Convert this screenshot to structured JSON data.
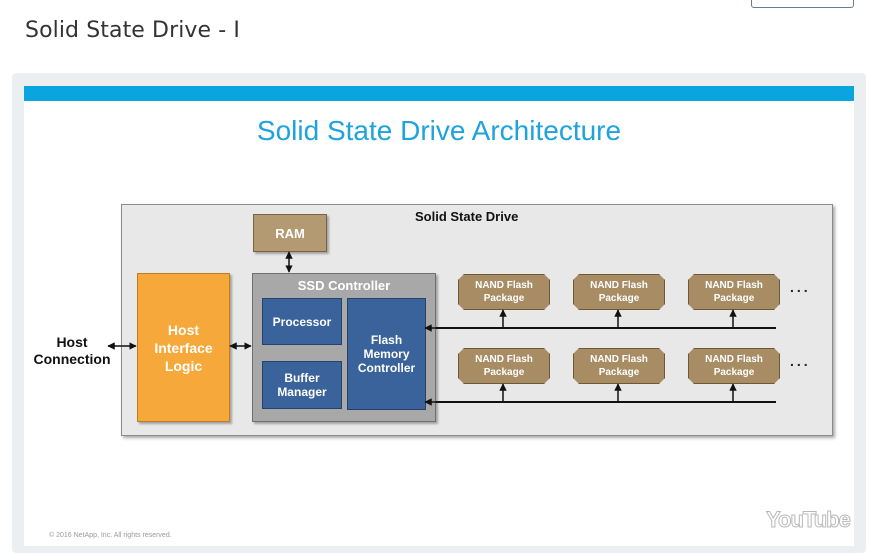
{
  "page": {
    "title": "Solid State Drive - I"
  },
  "video": {
    "slide_title": "Solid State Drive Architecture",
    "diagram": {
      "ssd_label": "Solid State Drive",
      "ram": "RAM",
      "host_connection": "Host\nConnection",
      "host_interface_logic": "Host\nInterface\nLogic",
      "ssd_controller": "SSD Controller",
      "processor": "Processor",
      "buffer_manager": "Buffer\nManager",
      "flash_memory_controller": "Flash\nMemory\nController",
      "nand_label": "NAND Flash\nPackage",
      "ellipsis": "..."
    },
    "copyright": "© 2016 NetApp, Inc. All rights reserved.",
    "youtube_logo": "YouTube"
  },
  "colors": {
    "accent_bar": "#0aa4de",
    "slide_title": "#1ea3dd",
    "host_logic": "#f6a93a",
    "controller_block": "#39639a",
    "nand": "#a88c64"
  }
}
